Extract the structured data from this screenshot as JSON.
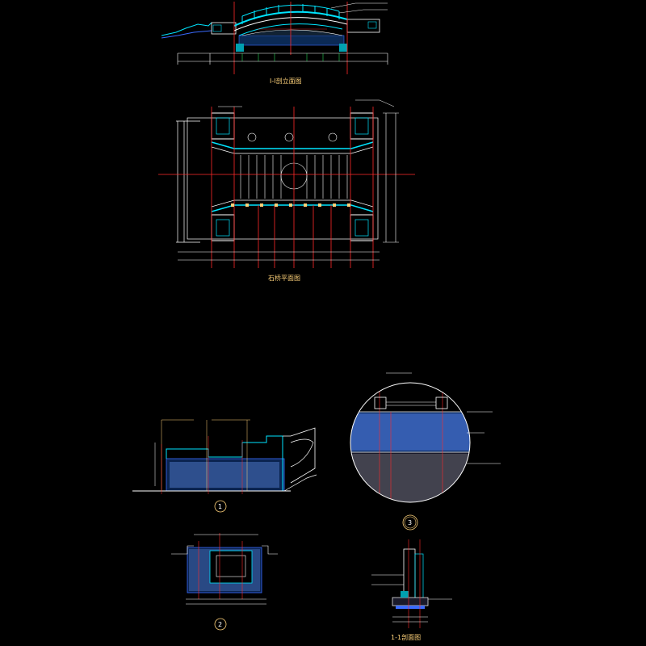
{
  "drawing": {
    "background": "#000000",
    "colors": {
      "cyan": "#00e5ff",
      "blue": "#3a6bff",
      "red": "#ff2a2a",
      "white": "#ffffff",
      "yellow": "#ffd27a",
      "magenta": "#ff44ff",
      "green": "#33ff66"
    },
    "views": {
      "elevation": {
        "title": "Ⅰ-Ⅰ剖立面图"
      },
      "plan": {
        "title": "石桥平面图"
      },
      "detail1": {
        "marker": "1"
      },
      "detail2": {
        "marker": "2"
      },
      "detail3": {
        "marker": "3"
      },
      "section": {
        "title": "1-1剖面图"
      }
    }
  }
}
